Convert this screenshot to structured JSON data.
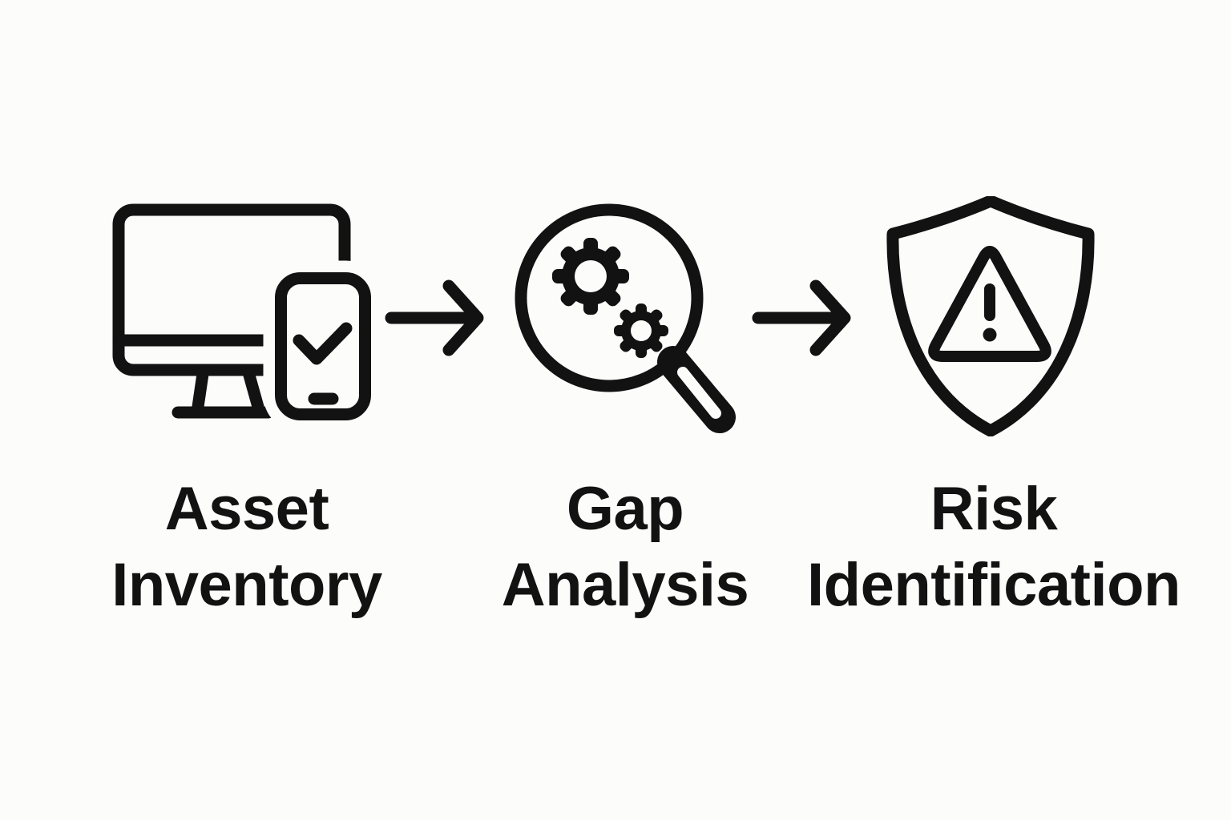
{
  "canvas": {
    "background": "#fcfcfb",
    "ink": "#121212"
  },
  "diagram": {
    "kind": "process-flow",
    "direction": "left-to-right",
    "steps": [
      {
        "label": "Asset Inventory",
        "label_lines": [
          "Asset",
          "Inventory"
        ],
        "icon": "devices-checkmark-icon"
      },
      {
        "label": "Gap Analysis",
        "label_lines": [
          "Gap",
          "Analysis"
        ],
        "icon": "magnifier-gears-icon"
      },
      {
        "label": "Risk Identification",
        "label_lines": [
          "Risk",
          "Identification"
        ],
        "icon": "shield-warning-icon"
      }
    ],
    "connectors": [
      {
        "icon": "arrow-right-icon"
      },
      {
        "icon": "arrow-right-icon"
      }
    ]
  }
}
